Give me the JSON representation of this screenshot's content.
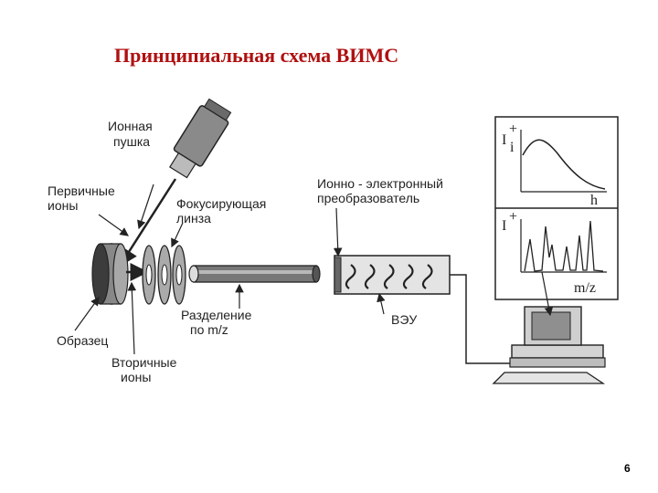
{
  "title": "Принципиальная схема ВИМС",
  "page_number": "6",
  "labels": {
    "ion_gun": [
      "Ионная",
      "пушка"
    ],
    "primary_ions": [
      "Первичные",
      "ионы"
    ],
    "focusing_lens": [
      "Фокусирующая",
      "линза"
    ],
    "ion_electron_converter": [
      "Ионно - электронный",
      "преобразователь"
    ],
    "sample": "Образец",
    "secondary_ions": [
      "Вторичные",
      "ионы"
    ],
    "mz_separation": [
      "Разделение",
      "по m/z"
    ],
    "veu": "ВЭУ"
  },
  "graph_top": {
    "y_axis": "I",
    "y_sup": "+",
    "y_sub": "i",
    "x_axis": "h"
  },
  "graph_bottom": {
    "y_axis": "I",
    "y_sup": "+",
    "x_axis": "m/z"
  }
}
